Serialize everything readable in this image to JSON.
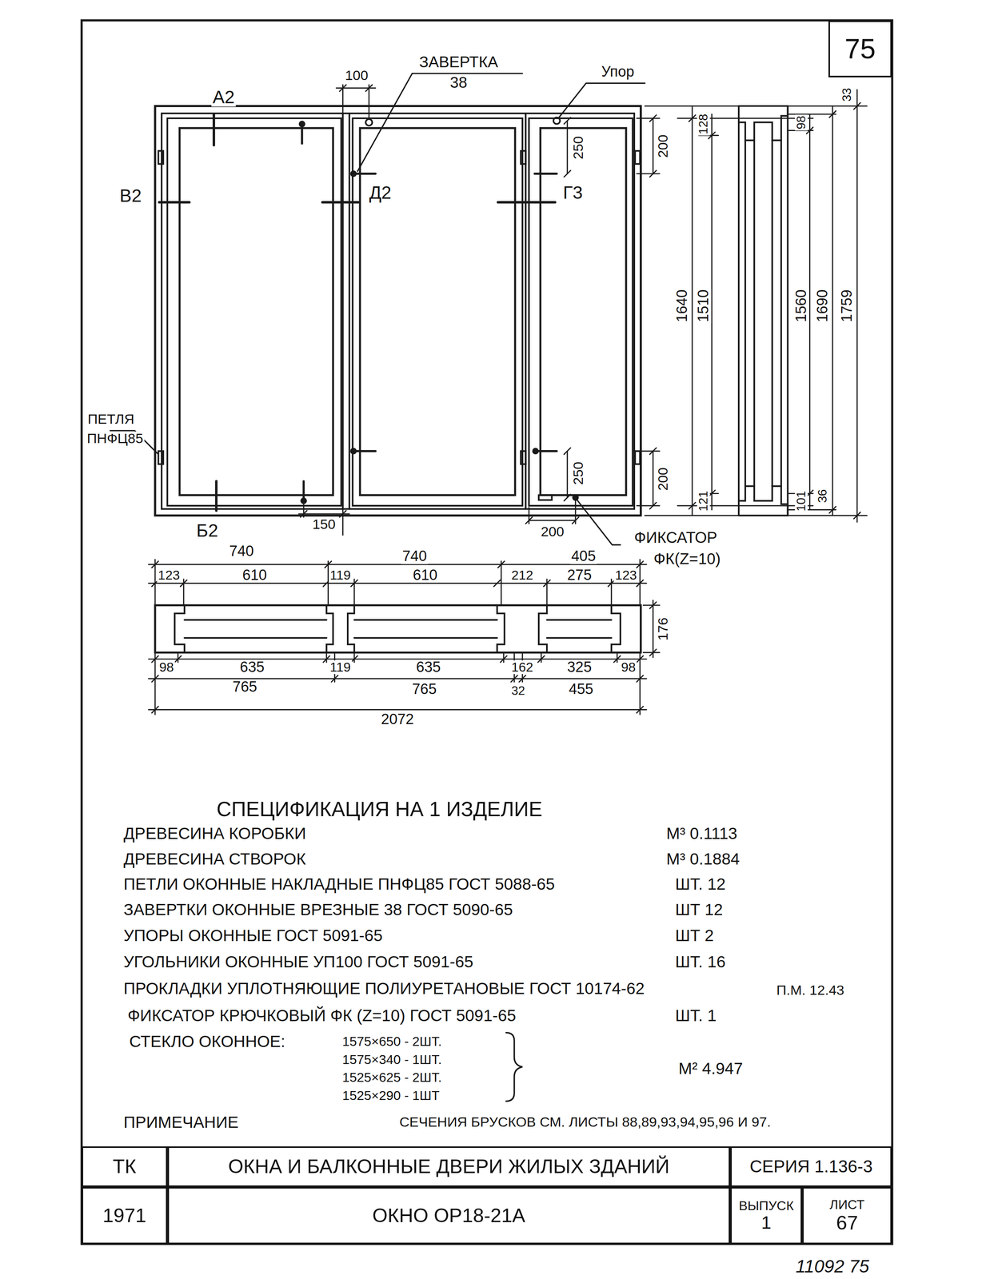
{
  "diagram": {
    "nodes": [
      {
        "text": [
          "75"
        ]
      },
      {
        "text": [
          "ТК"
        ]
      },
      {
        "text": [
          "ОКНА И БАЛКОННЫЕ ДВЕРИ ЖИЛЫХ ЗДАНИЙ"
        ]
      },
      {
        "text": [
          "СЕРИЯ 1.136-3"
        ]
      },
      {
        "text": [
          "1971"
        ]
      },
      {
        "text": [
          "ОКНО ОР18-21А"
        ]
      },
      {
        "text": [
          "ВЫПУСК",
          "1"
        ]
      },
      {
        "text": [
          "ЛИСТ",
          "67"
        ]
      }
    ],
    "labels": [
      "ЗАВЕРТКА",
      "38",
      "Упор",
      "100",
      "А2",
      "В2",
      "Д2",
      "Г3",
      "200",
      "250",
      "ПЕТЛЯ",
      "ПНФЦ85",
      "250",
      "200",
      "Б2",
      "150",
      "200",
      "ФИКСАТОР",
      "ФК(Z=10)",
      "1640",
      "1510",
      "128",
      "121",
      "33",
      "98",
      "1560",
      "1690",
      "1759",
      "101",
      "36",
      "740",
      "740",
      "405",
      "123",
      "610",
      "119",
      "610",
      "212",
      "275",
      "123",
      "176",
      "98",
      "635",
      "119",
      "635",
      "162",
      "325",
      "98",
      "765",
      "765",
      "32",
      "455",
      "2072",
      "СПЕЦИФИКАЦИЯ НА 1 ИЗДЕЛИЕ",
      "ДРЕВЕСИНА КОРОБКИ",
      "М³ 0.1113",
      "ДРЕВЕСИНА СТВОРОК",
      "М³ 0.1884",
      "ПЕТЛИ ОКОННЫЕ НАКЛАДНЫЕ ПНФЦ85 ГОСТ 5088-65",
      "ШТ. 12",
      "ЗАВЕРТКИ ОКОННЫЕ ВРЕЗНЫЕ 38 ГОСТ 5090-65",
      "ШТ 12",
      "УПОРЫ ОКОННЫЕ ГОСТ 5091-65",
      "ШТ 2",
      "УГОЛЬНИКИ ОКОННЫЕ УП100 ГОСТ 5091-65",
      "ШТ. 16",
      "ПРОКЛАДКИ УПЛОТНЯЮЩИЕ ПОЛИУРЕТАНОВЫЕ ГОСТ 10174-62",
      "П.М. 12.43",
      "ФИКСАТОР КРЮЧКОВЫЙ ФК (Z=10) ГОСТ 5091-65",
      "ШТ. 1",
      "СТЕКЛО ОКОННОЕ:",
      "1575×650 - 2ШТ.",
      "1575×340 - 1ШТ.",
      "1525×625 - 2ШТ.",
      "1525×290 - 1ШТ",
      "М² 4.947",
      "ПРИМЕЧАНИЕ",
      "СЕЧЕНИЯ БРУСКОВ СМ. ЛИСТЫ 88,89,93,94,95,96 И 97.",
      "11092 75"
    ]
  }
}
